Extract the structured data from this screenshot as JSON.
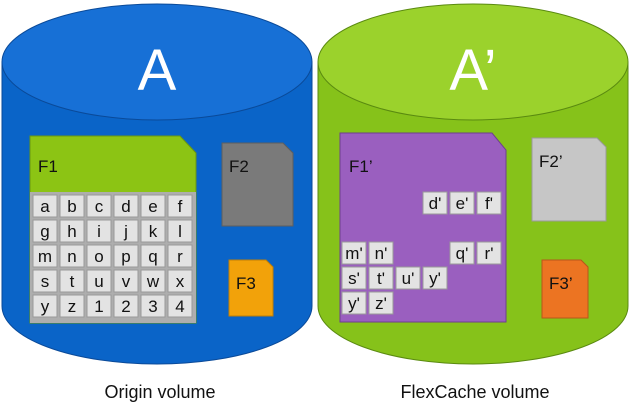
{
  "volumes": [
    {
      "title": "A",
      "caption": "Origin volume",
      "color": "#0a64c8",
      "files": [
        {
          "label": "F1",
          "color": "#8cc414",
          "grid": [
            [
              "a",
              "b",
              "c",
              "d",
              "e",
              "f"
            ],
            [
              "g",
              "h",
              "i",
              "j",
              "k",
              "l"
            ],
            [
              "m",
              "n",
              "o",
              "p",
              "q",
              "r"
            ],
            [
              "s",
              "t",
              "u",
              "v",
              "w",
              "x"
            ],
            [
              "y",
              "z",
              "1",
              "2",
              "3",
              "4"
            ]
          ]
        },
        {
          "label": "F2",
          "color": "#7a7a7a"
        },
        {
          "label": "F3",
          "color": "#f2a20a"
        }
      ]
    },
    {
      "title": "A’",
      "caption": "FlexCache volume",
      "color": "#86c21a",
      "files": [
        {
          "label": "F1’",
          "color": "#9a5fbf",
          "grid": [
            [
              "",
              "",
              "",
              "d'",
              "e'",
              "f'"
            ],
            [
              "",
              "",
              "",
              "",
              "",
              ""
            ],
            [
              "m'",
              "n'",
              "",
              "",
              "q'",
              "r'"
            ],
            [
              "s'",
              "t'",
              "u'",
              "y'",
              "",
              ""
            ],
            [
              "y'",
              "z'",
              "",
              "",
              "",
              ""
            ]
          ]
        },
        {
          "label": "F2’",
          "color": "#c6c6c6"
        },
        {
          "label": "F3’",
          "color": "#ec7422"
        }
      ]
    }
  ]
}
